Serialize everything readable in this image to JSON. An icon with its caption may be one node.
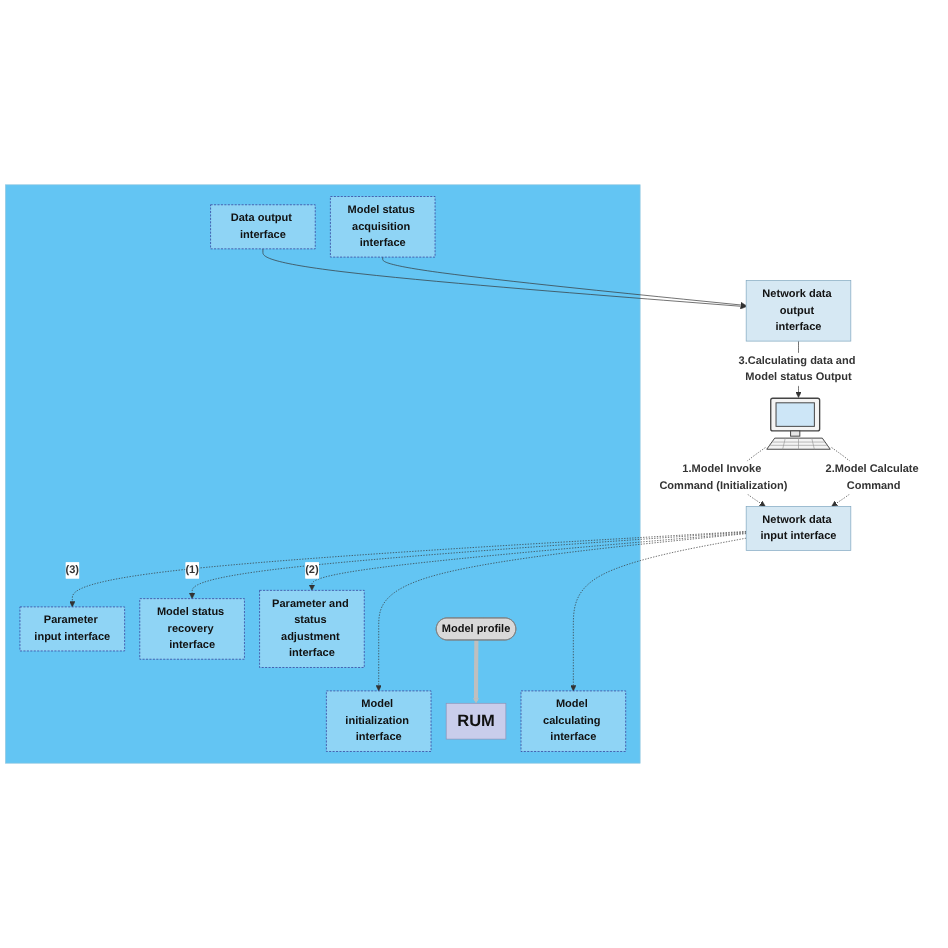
{
  "diagram": {
    "nodes": [
      {
        "text": [],
        "shape": "picture"
      },
      {
        "text": [
          "Network data input interface"
        ]
      },
      {
        "text": [],
        "shape": "box"
      },
      {
        "text": [
          "Parameter input interface"
        ],
        "in": 2
      },
      {
        "text": [
          "Model status recovery interface"
        ],
        "in": 2
      },
      {
        "text": [
          "Parameter and status adjustment interface"
        ],
        "in": 2
      },
      {
        "text": [
          "Model initialization interface"
        ],
        "in": 2
      },
      {
        "text": [
          "RUM"
        ],
        "in": 2
      },
      {
        "text": [
          "Model profile"
        ],
        "in": 2
      },
      {
        "text": [
          "Data output interface"
        ],
        "in": 2
      },
      {
        "text": [
          "Model status acquisition interface"
        ],
        "in": 2
      },
      {
        "text": [
          "Model calculating interface"
        ],
        "in": 2
      },
      {
        "text": [
          "Network data output interface"
        ]
      }
    ],
    "edges": [
      {
        "from": 0,
        "to": 1,
        "arrow": "to",
        "label": "1.Model Invoke Command (Initialization)",
        "style": "dashed"
      },
      {
        "from": 0,
        "to": 1,
        "arrow": "to",
        "label": "2.Model Calculate Command",
        "style": "dashed"
      },
      {
        "from": 1,
        "to": 6,
        "arrow": "to",
        "style": "dashed"
      },
      {
        "from": 1,
        "to": 3,
        "arrow": "to",
        "label": "(3)",
        "style": "dashed"
      },
      {
        "from": 1,
        "to": 4,
        "arrow": "to",
        "label": "(1)",
        "style": "dashed"
      },
      {
        "from": 1,
        "to": 5,
        "arrow": "to",
        "label": "(2)",
        "style": "dashed"
      },
      {
        "from": 1,
        "to": 11,
        "arrow": "to",
        "style": "dashed"
      },
      {
        "from": 8,
        "to": 7,
        "arrow": "to",
        "style": "thick",
        "color": "#bfbfbf"
      },
      {
        "from": 9,
        "to": 12,
        "arrow": "to"
      },
      {
        "from": 10,
        "to": 12,
        "arrow": "to"
      },
      {
        "from": 12,
        "to": 0,
        "arrow": "to",
        "label": "3.Calculating data and Model status Output"
      }
    ]
  }
}
